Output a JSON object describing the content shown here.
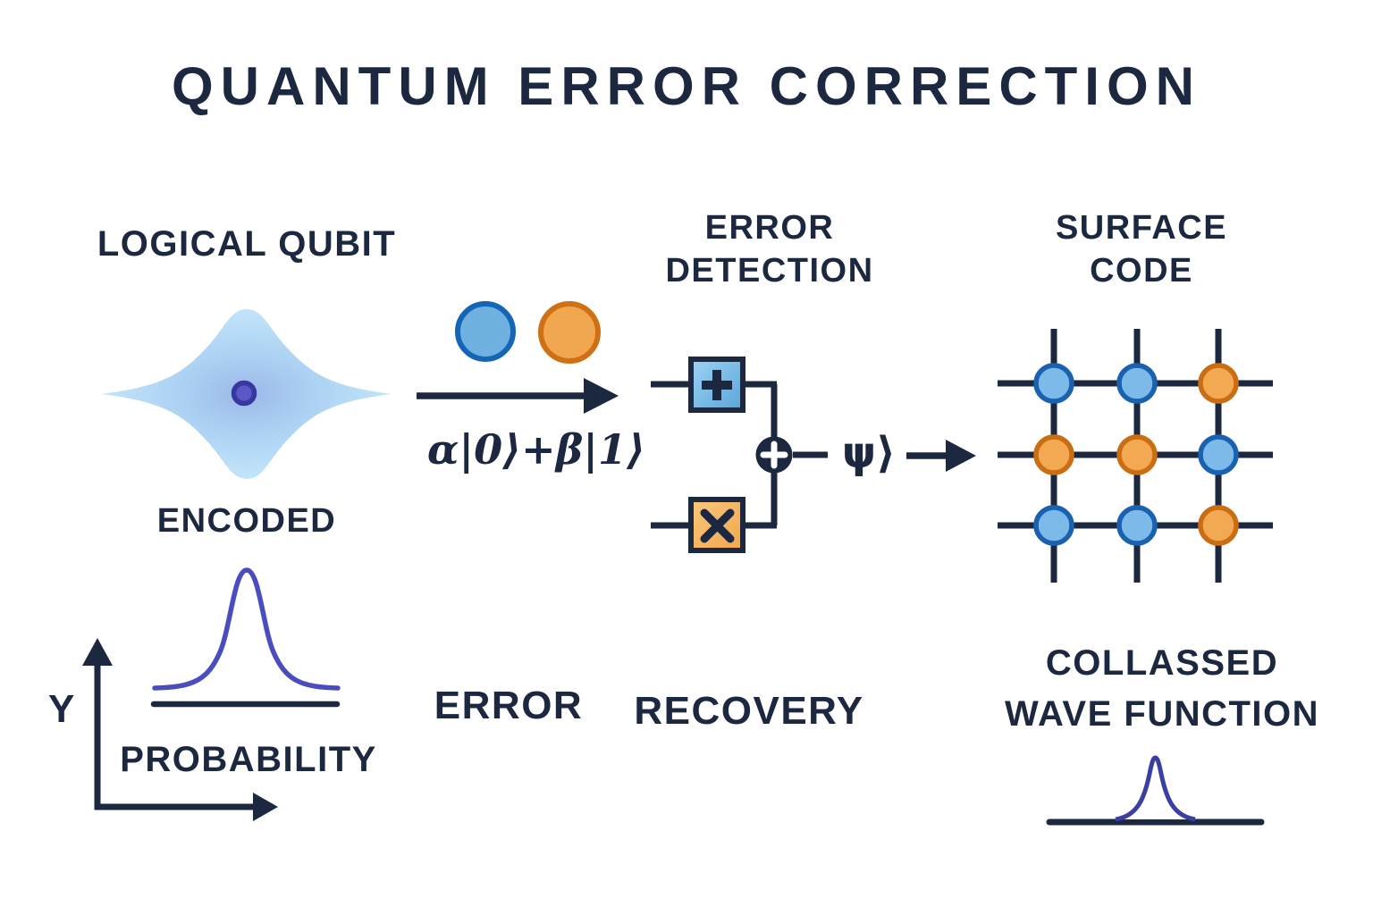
{
  "title": "QUANTUM ERROR CORRECTION",
  "palette": {
    "ink": "#1b2840",
    "curve_indigo": "#4a4dbf",
    "spike_indigo": "#3b3fa3",
    "qubit_blue_fill": "#6fb2e2",
    "qubit_blue_stroke": "#1465b6",
    "qubit_orange_fill": "#f1a750",
    "qubit_orange_stroke": "#ce7013",
    "packet_blue": "#aed2f3",
    "packet_dot_fill": "#5c57c6",
    "packet_dot_stroke": "#3837a2",
    "node_blue_fill": "#7cbbe9",
    "node_blue_stroke": "#1a61b0",
    "node_orange_fill": "#f3a951",
    "node_orange_stroke": "#ca6e13"
  },
  "logical_qubit": {
    "label": "LOGICAL QUBIT",
    "caption": "ENCODED"
  },
  "probability_plot": {
    "y_axis_label": "Y",
    "x_axis_label": "PROBABILITY"
  },
  "encoding": {
    "formula": "α|0⟩+β|1⟩"
  },
  "error_detection": {
    "label": [
      "ERROR",
      "DETECTION"
    ],
    "gates": {
      "plus_gate": "+",
      "x_gate": "×",
      "combiner": "+"
    },
    "state": "ψ⟩"
  },
  "surface_code": {
    "label": [
      "SURFACE",
      "CODE"
    ],
    "grid": [
      [
        "blue",
        "blue",
        "orange"
      ],
      [
        "orange",
        "orange",
        "blue"
      ],
      [
        "blue",
        "blue",
        "orange"
      ]
    ]
  },
  "footer": {
    "error_label": "ERROR",
    "recovery_label": "RECOVERY"
  },
  "collapsed_wave": {
    "label": [
      "COLLASSED",
      "WAVE FUNCTION"
    ]
  }
}
